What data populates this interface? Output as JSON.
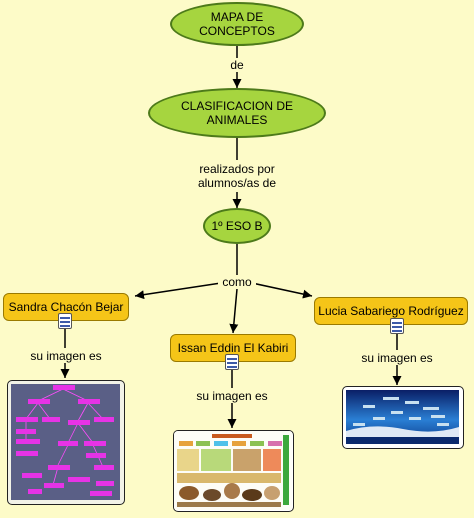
{
  "nodes": {
    "mapa": "MAPA DE CONCEPTOS",
    "clasificacion": "CLASIFICACION DE ANIMALES",
    "eso": "1º ESO B",
    "sandra": "Sandra Chacón Bejar",
    "issan": "Issan Eddin El Kabiri",
    "lucia": "Lucia Sabariego Rodríguez"
  },
  "links": {
    "de": "de",
    "realizados_line1": "realizados por",
    "realizados_line2": "alumnos/as de",
    "como": "como",
    "su_imagen_1": "su imagen es",
    "su_imagen_2": "su imagen es",
    "su_imagen_3": "su imagen es"
  },
  "icons": {
    "resource": "concept-map-resource-icon"
  },
  "colors": {
    "background": "#fdfbc8",
    "oval_fill": "#a6d53f",
    "rect_fill": "#f5c518"
  }
}
